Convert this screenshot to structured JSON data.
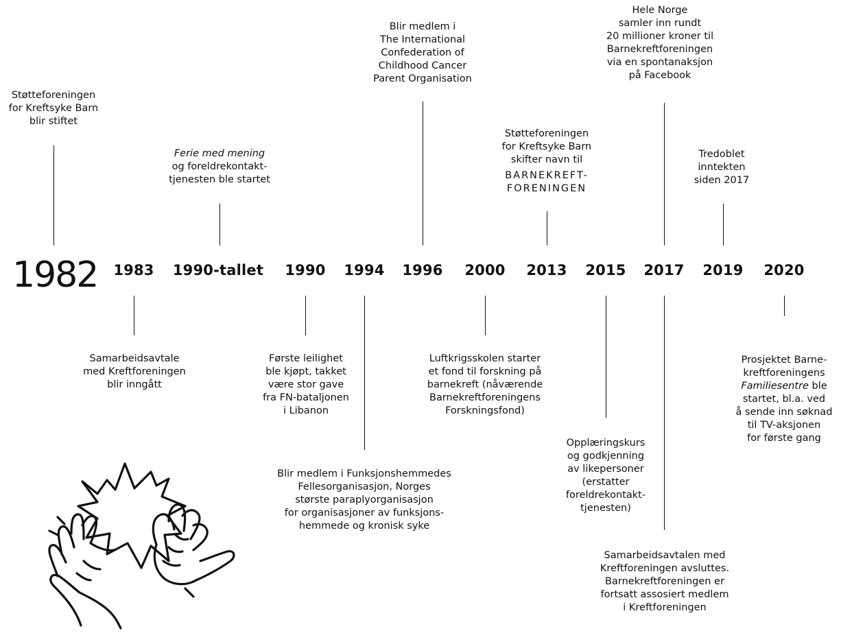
{
  "years": {
    "y1982": "1982",
    "y1983": "1983",
    "y1990tallet": "1990-tallet",
    "y1990": "1990",
    "y1994": "1994",
    "y1996": "1996",
    "y2000": "2000",
    "y2013": "2013",
    "y2015": "2015",
    "y2017": "2017",
    "y2019": "2019",
    "y2020": "2020"
  },
  "events": {
    "e1982": [
      "Støtteforeningen",
      "for Kreftsyke Barn",
      "blir stiftet"
    ],
    "e1983": [
      "Samarbeidsavtale",
      "med Kreftforeningen",
      "blir inngått"
    ],
    "e1990tallet": {
      "italic_1": "Ferie med mening",
      "line2": "og foreldrekontakt-",
      "line3": "tjenesten ble startet"
    },
    "e1990": [
      "Første leilighet",
      "ble kjøpt, takket",
      "være stor gave",
      "fra FN-bataljonen",
      "i Libanon"
    ],
    "e1994": [
      "Blir medlem i Funksjonshemmedes",
      "Fellesorganisasjon, Norges",
      "største paraplyorganisasjon",
      "for organisasjoner av funksjons-",
      "hemmede og kronisk syke"
    ],
    "e1996": [
      "Blir medlem i",
      "The International",
      "Confederation of",
      "Childhood Cancer",
      "Parent Organisation"
    ],
    "e2000": [
      "Luftkrigsskolen starter",
      "et fond til forskning på",
      "barnekreft (nåværende",
      "Barnekreftforeningens",
      "Forskningsfond)"
    ],
    "e2013": {
      "line1": "Støtteforeningen",
      "line2": "for Kreftsyke Barn",
      "line3": "skifter navn til",
      "caps1": "BARNEKREFT-",
      "caps2": "FORENINGEN"
    },
    "e2015": [
      "Opplæringskurs",
      "og godkjenning",
      "av likepersoner",
      "(erstatter",
      "foreldrekontakt-",
      "tjenesten)"
    ],
    "e2017_top": [
      "Hele Norge",
      "samler inn rundt",
      "20 millioner kroner til",
      "Barnekreftforeningen",
      "via en spontanaksjon",
      "på Facebook"
    ],
    "e2017_bottom": [
      "Samarbeidsavtalen med",
      "Kreftforeningen avsluttes.",
      "Barnekreftforeningen er",
      "fortsatt assosiert medlem",
      "i Kreftforeningen"
    ],
    "e2019": [
      "Tredoblet",
      "inntekten",
      "siden 2017"
    ],
    "e2020": {
      "line1": "Prosjektet Barne-",
      "line2": "kreftforeningens",
      "italic_3": "Familiesentre",
      "line3_rest": " ble",
      "line4": "startet, bl.a. ved",
      "line5": "å sende inn søknad",
      "line6": "til TV-aksjonen",
      "line7": "for første gang"
    }
  },
  "illustration": {
    "icon": "high-five-hands-illustration"
  }
}
